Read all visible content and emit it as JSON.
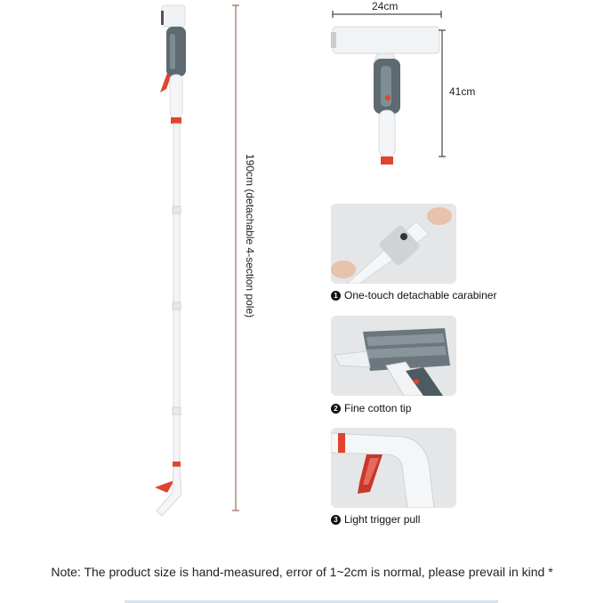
{
  "dimensions": {
    "total_length": "190cm (detachable 4-section pole)",
    "head_width": "24cm",
    "head_height": "41cm"
  },
  "features": [
    {
      "number": "1",
      "label": "One-touch detachable carabiner"
    },
    {
      "number": "2",
      "label": "Fine cotton tip"
    },
    {
      "number": "3",
      "label": "Light trigger pull"
    }
  ],
  "note": "Note: The product size is hand-measured, error of 1~2cm is normal, please prevail in kind *",
  "colors": {
    "accent_red": "#e0432f",
    "handle_gray": "#5d6a72",
    "body_white": "#f4f5f6",
    "panel_bg": "#e7e9eb"
  }
}
